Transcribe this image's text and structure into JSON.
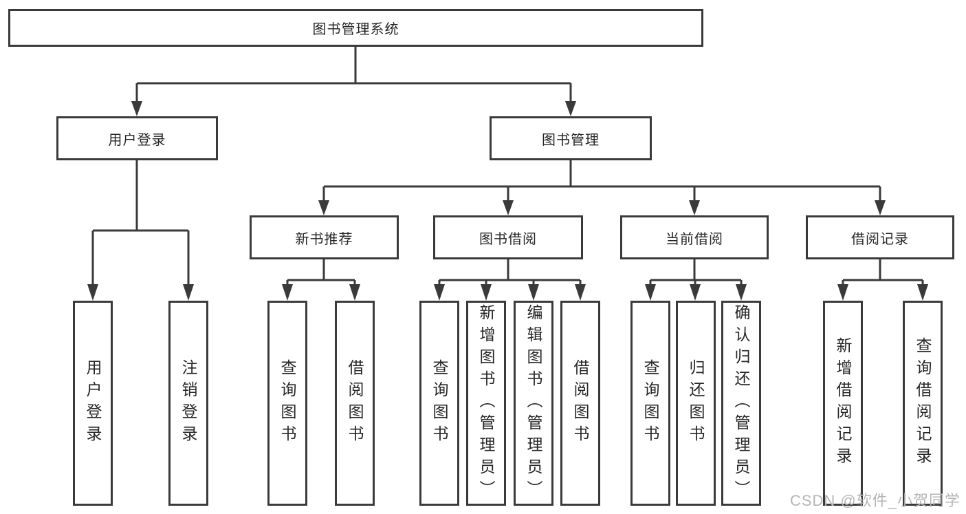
{
  "diagram": {
    "title": "图书管理系统",
    "branches": [
      {
        "label": "用户登录",
        "leaves": [
          "用户登录",
          "注销登录"
        ]
      },
      {
        "label": "图书管理",
        "sections": [
          {
            "label": "新书推荐",
            "leaves": [
              "查询图书",
              "借阅图书"
            ]
          },
          {
            "label": "图书借阅",
            "leaves": [
              "查询图书",
              "新增图书（管理员）",
              "编辑图书（管理员）",
              "借阅图书"
            ]
          },
          {
            "label": "当前借阅",
            "leaves": [
              "查询图书",
              "归还图书",
              "确认归还（管理员）"
            ]
          },
          {
            "label": "借阅记录",
            "leaves": [
              "新增借阅记录",
              "查询借阅记录"
            ]
          }
        ]
      }
    ]
  },
  "watermark": {
    "text": "CSDN @软件_小贺同学"
  },
  "colors": {
    "line": "#3a3a3a",
    "text": "#262626",
    "background": "#ffffff",
    "watermark": "#b5b5b5"
  }
}
